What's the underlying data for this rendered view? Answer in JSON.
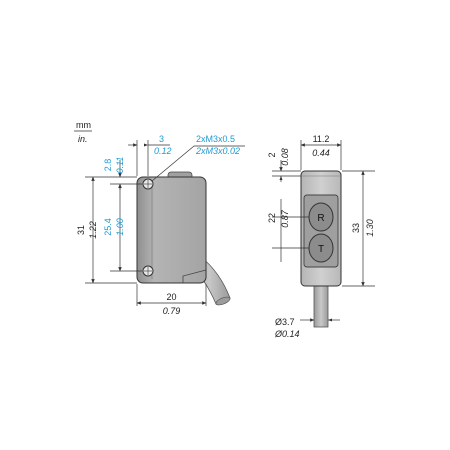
{
  "colors": {
    "metric": "#222222",
    "cyan": "#1f9bd4",
    "body_fill": "#a9a9a9",
    "face_fill": "#c9c9c9"
  },
  "units": {
    "metric": "mm",
    "imperial": "in."
  },
  "side_view": {
    "hole_label_mm": "2xM3x0.5",
    "hole_label_in": "2xM3x0.02",
    "offset_mm": "3",
    "offset_in": "0.12",
    "top_mm": "2.8",
    "top_in": "0.11",
    "height_mm": "31",
    "height_in": "1.22",
    "hole_pitch_mm": "25.4",
    "hole_pitch_in": "1.00",
    "width_mm": "20",
    "width_in": "0.79"
  },
  "front_view": {
    "width_mm": "11.2",
    "width_in": "0.44",
    "top_mm": "2",
    "top_in": "0.08",
    "lens_pitch_mm": "22",
    "lens_pitch_in": "0.87",
    "height_mm": "33",
    "height_in": "1.30",
    "cable_mm": "Ø3.7",
    "cable_in": "Ø0.14",
    "lens_r": "R",
    "lens_t": "T"
  }
}
